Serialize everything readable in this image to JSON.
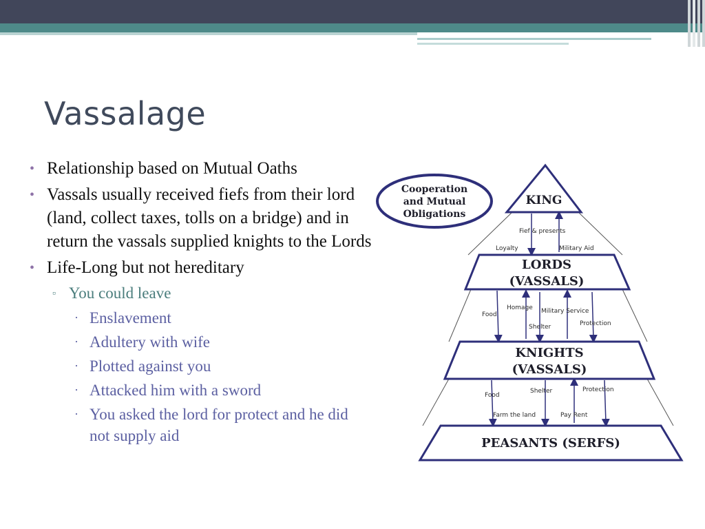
{
  "slide": {
    "title": "Vassalage",
    "bullets": [
      {
        "text": "Relationship based on Mutual Oaths"
      },
      {
        "text": "Vassals usually received fiefs from their lord (land, collect taxes, tolls on a bridge) and in return the vassals supplied knights to the Lords"
      },
      {
        "text": "Life-Long but not hereditary"
      }
    ],
    "sub_bullet": "You could leave",
    "sub_sub_bullets": [
      "Enslavement",
      "Adultery with wife",
      "Plotted against you",
      "Attacked him with a sword",
      "You asked the lord for protect and he did not supply aid"
    ]
  },
  "diagram": {
    "oval_label_1": "Cooperation",
    "oval_label_2": "and Mutual",
    "oval_label_3": "Obligations",
    "tiers": [
      {
        "line1": "KING",
        "line2": ""
      },
      {
        "line1": "LORDS",
        "line2": "(VASSALS)"
      },
      {
        "line1": "KNIGHTS",
        "line2": "(VASSALS)"
      },
      {
        "line1": "PEASANTS (SERFS)",
        "line2": ""
      }
    ],
    "labels": {
      "fief_presents": "Fief & presents",
      "loyalty": "Loyalty",
      "military_aid": "Military Aid",
      "homage": "Homage",
      "military_service": "Military Service",
      "food_1": "Food",
      "shelter_1": "Shelter",
      "protection_1": "Protection",
      "food_2": "Food",
      "shelter_2": "Shelter",
      "protection_2": "Protection",
      "farm_land": "Farm the land",
      "pay_rent": "Pay Rent"
    },
    "colors": {
      "outline": "#2e2f7a",
      "fill": "#ffffff",
      "text": "#1e1e2a"
    }
  }
}
